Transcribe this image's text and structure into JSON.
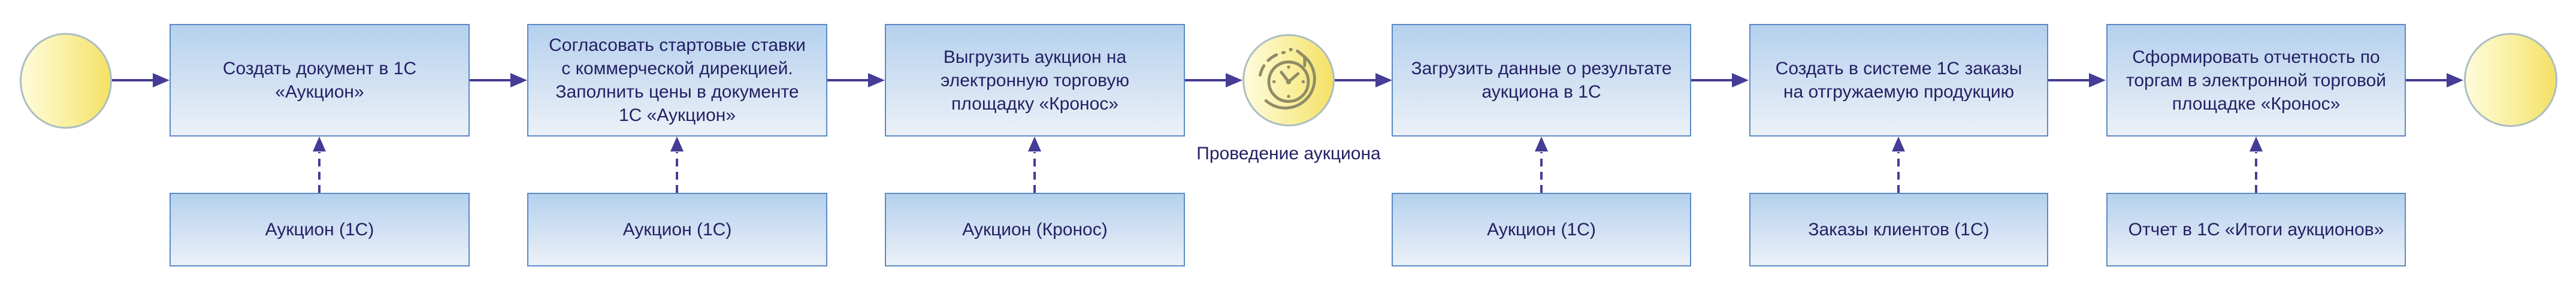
{
  "diagram_title": "Auction business process flow",
  "colors": {
    "arrow": "#453c96",
    "box_border": "#5b8ac5",
    "box_gradient_top": "#b5d1ee",
    "box_gradient_bottom": "#ecf1f7",
    "text": "#241f63",
    "event_border": "#abbec2",
    "event_gradient_left": "#fefbdc",
    "event_gradient_right": "#f4e165",
    "clock_icon_stroke": "#8f8c66",
    "background": "#ffffff"
  },
  "events": {
    "start": {
      "type": "start"
    },
    "timer": {
      "label": "Проведение аукциона"
    },
    "end": {
      "type": "end"
    }
  },
  "steps": [
    {
      "label": "Создать документ в 1С «Аукцион»",
      "data_label": "Аукцион (1С)"
    },
    {
      "label": "Согласовать стартовые ставки с коммерческой дирекцией. Заполнить цены в документе 1С «Аукцион»",
      "data_label": "Аукцион (1С)"
    },
    {
      "label": "Выгрузить аукцион на электронную торговую площадку «Кронос»",
      "data_label": "Аукцион (Кронос)"
    },
    {
      "label": "Загрузить данные о результате аукциона в 1С",
      "data_label": "Аукцион (1С)"
    },
    {
      "label": "Создать в системе 1С заказы на отгружаемую продукцию",
      "data_label": "Заказы клиентов (1С)"
    },
    {
      "label": "Сформировать отчетность по торгам в электронной торговой площадке «Кронос»",
      "data_label": "Отчет в 1С «Итоги аукционов»"
    }
  ]
}
